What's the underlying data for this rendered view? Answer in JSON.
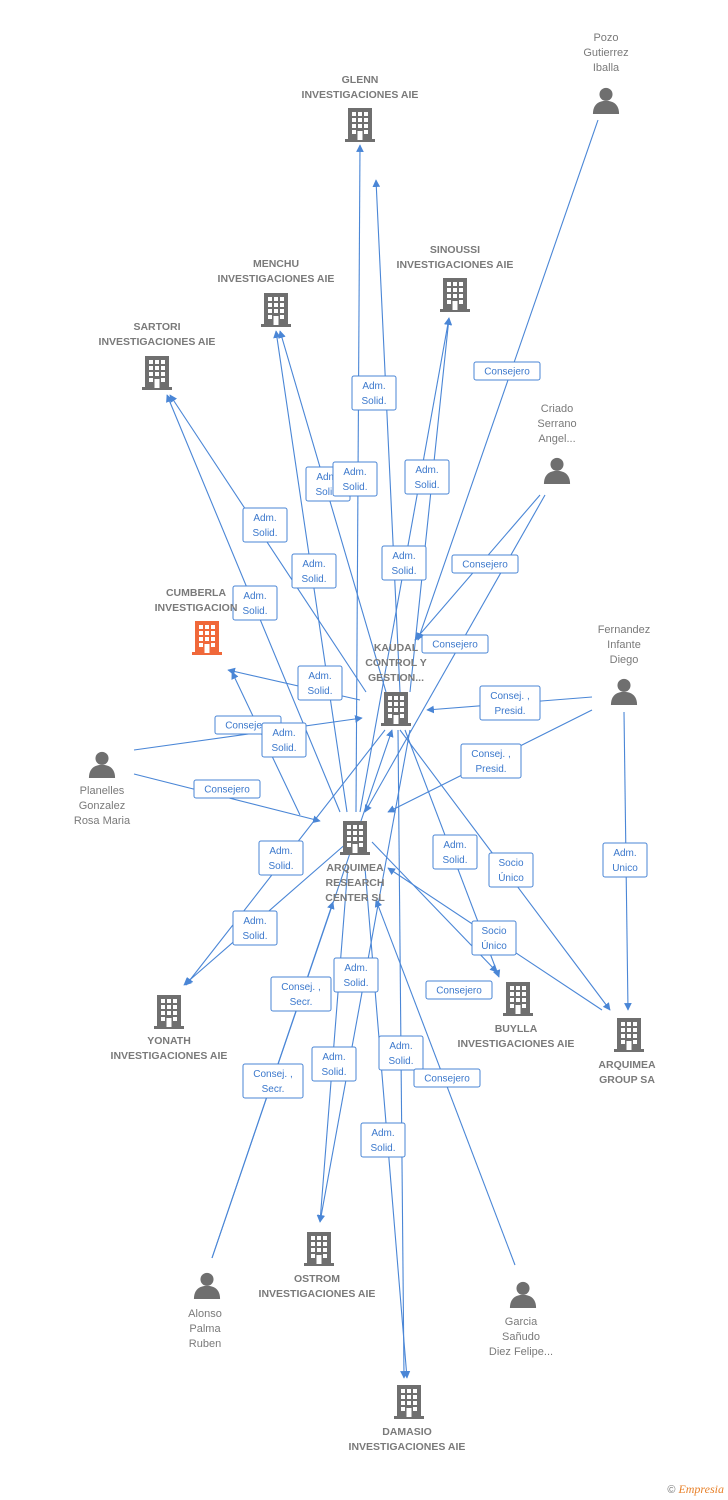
{
  "nodes": [
    {
      "id": "glenn",
      "type": "company",
      "label": [
        "GLENN",
        "INVESTIGACIONES AIE"
      ]
    },
    {
      "id": "pozo",
      "type": "person",
      "label": [
        "Pozo",
        "Gutierrez",
        "Iballa"
      ]
    },
    {
      "id": "sinoussi",
      "type": "company",
      "label": [
        "SINOUSSI",
        "INVESTIGACIONES AIE"
      ]
    },
    {
      "id": "menchu",
      "type": "company",
      "label": [
        "MENCHU",
        "INVESTIGACIONES AIE"
      ]
    },
    {
      "id": "sartori",
      "type": "company",
      "label": [
        "SARTORI",
        "INVESTIGACIONES AIE"
      ]
    },
    {
      "id": "criado",
      "type": "person",
      "label": [
        "Criado",
        "Serrano",
        "Angel..."
      ]
    },
    {
      "id": "cumberla",
      "type": "company",
      "highlight": true,
      "label": [
        "CUMBERLA",
        "INVESTIGACION"
      ]
    },
    {
      "id": "kaudal",
      "type": "company",
      "label": [
        "KAUDAL",
        "CONTROL Y",
        "GESTION..."
      ]
    },
    {
      "id": "fernandez",
      "type": "person",
      "label": [
        "Fernandez",
        "Infante",
        "Diego"
      ]
    },
    {
      "id": "planelles",
      "type": "person",
      "label": [
        "Planelles",
        "Gonzalez",
        "Rosa Maria"
      ]
    },
    {
      "id": "arquimea_rc",
      "type": "company",
      "label": [
        "ARQUIMEA",
        "RESEARCH",
        "CENTER  SL"
      ]
    },
    {
      "id": "yonath",
      "type": "company",
      "label": [
        "YONATH",
        "INVESTIGACIONES AIE"
      ]
    },
    {
      "id": "buylla",
      "type": "company",
      "label": [
        "BUYLLA",
        "INVESTIGACIONES AIE"
      ]
    },
    {
      "id": "arquimea_group",
      "type": "company",
      "label": [
        "ARQUIMEA",
        "GROUP SA"
      ]
    },
    {
      "id": "ostrom",
      "type": "company",
      "label": [
        "OSTROM",
        "INVESTIGACIONES AIE"
      ]
    },
    {
      "id": "alonso",
      "type": "person",
      "label": [
        "Alonso",
        "Palma",
        "Ruben"
      ]
    },
    {
      "id": "garcia",
      "type": "person",
      "label": [
        "Garcia",
        "Sañudo",
        "Diez Felipe..."
      ]
    },
    {
      "id": "damasio",
      "type": "company",
      "label": [
        "DAMASIO",
        "INVESTIGACIONES AIE"
      ]
    }
  ],
  "edge_labels": [
    [
      "Consejero"
    ],
    [
      "Adm.",
      "Solid."
    ],
    [
      "Adm.",
      "Solid."
    ],
    [
      "Adm.",
      "Solid."
    ],
    [
      "Adm.",
      "Solid."
    ],
    [
      "Adm.",
      "Solid."
    ],
    [
      "Adm.",
      "Solid."
    ],
    [
      "Adm.",
      "Solid."
    ],
    [
      "Consejero"
    ],
    [
      "Consejero"
    ],
    [
      "Adm.",
      "Solid."
    ],
    [
      "Adm.",
      "Solid."
    ],
    [
      "Consej. ,",
      "Presid."
    ],
    [
      "Consejero"
    ],
    [
      "Adm.",
      "Solid."
    ],
    [
      "Consejero"
    ],
    [
      "Consej. ,",
      "Presid."
    ],
    [
      "Adm.",
      "Unico"
    ],
    [
      "Adm.",
      "Solid."
    ],
    [
      "Adm.",
      "Solid."
    ],
    [
      "Socio",
      "Único"
    ],
    [
      "Adm.",
      "Solid."
    ],
    [
      "Socio",
      "Único"
    ],
    [
      "Consej. ,",
      "Secr."
    ],
    [
      "Adm.",
      "Solid."
    ],
    [
      "Consejero"
    ],
    [
      "Consej. ,",
      "Secr."
    ],
    [
      "Adm.",
      "Solid."
    ],
    [
      "Adm.",
      "Solid."
    ],
    [
      "Consejero"
    ],
    [
      "Adm.",
      "Solid."
    ]
  ],
  "footer": {
    "copyright": "©",
    "brand": "Empresia"
  }
}
